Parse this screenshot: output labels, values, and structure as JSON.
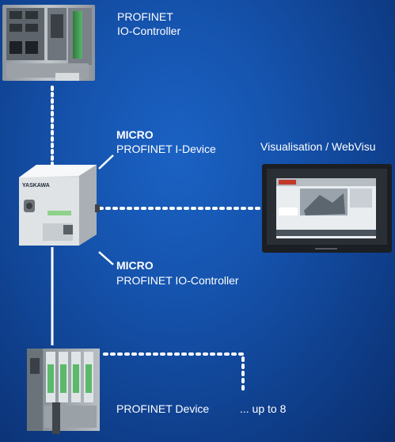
{
  "controller_top": {
    "line1": "PROFINET",
    "line2": "IO-Controller"
  },
  "micro_idevice": {
    "line1": "MICRO",
    "line2": "PROFINET I-Device"
  },
  "micro_controller": {
    "line1": "MICRO",
    "line2": "PROFINET IO-Controller"
  },
  "visualisation": {
    "label": "Visualisation / WebVisu"
  },
  "device": {
    "label": "PROFINET Device",
    "count": "... up to 8"
  },
  "brand": {
    "micro_logo": "YASKAWA"
  },
  "colors": {
    "background": "#1553ad",
    "connector": "#ffffff"
  }
}
